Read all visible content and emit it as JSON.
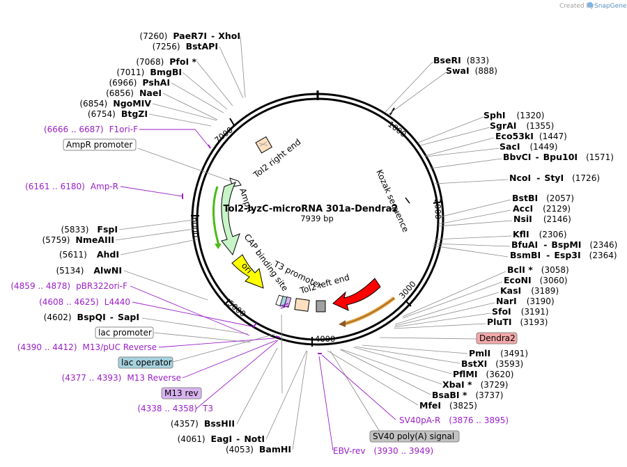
{
  "credit": {
    "text": "Created by",
    "brand": "SnapGene"
  },
  "plasmid": {
    "name": "Tol2-lyzC-microRNA 301a-Dendra2",
    "length_label": "7939 bp"
  },
  "ring_ticks": [
    "1000",
    "2000",
    "3000",
    "4000",
    "5000",
    "6000",
    "7000"
  ],
  "sites_right": [
    {
      "name": "BseRI",
      "pos": "(833)"
    },
    {
      "name": "SwaI",
      "pos": "(888)"
    },
    {
      "name": "SphI",
      "pos": "(1320)"
    },
    {
      "name": "SgrAI",
      "pos": "(1355)"
    },
    {
      "name": "Eco53kI",
      "pos": "(1447)"
    },
    {
      "name": "SacI",
      "pos": "(1449)"
    },
    {
      "name": "BbvCI",
      "sep": "-",
      "name2": "Bpu10I",
      "pos": "(1571)"
    },
    {
      "name": "NcoI",
      "sep": "-",
      "name2": "StyI",
      "pos": "(1726)"
    },
    {
      "name": "BstBI",
      "pos": "(2057)"
    },
    {
      "name": "AccI",
      "pos": "(2129)"
    },
    {
      "name": "NsiI",
      "pos": "(2146)"
    },
    {
      "name": "KflI",
      "pos": "(2306)"
    },
    {
      "name": "BfuAI",
      "sep": "-",
      "name2": "BspMI",
      "pos": "(2346)"
    },
    {
      "name": "BsmBI",
      "sep": "-",
      "name2": "Esp3I",
      "pos": "(2364)"
    },
    {
      "name": "BclI *",
      "pos": "(3058)"
    },
    {
      "name": "EcoNI",
      "pos": "(3060)"
    },
    {
      "name": "KasI",
      "pos": "(3189)"
    },
    {
      "name": "NarI",
      "pos": "(3190)"
    },
    {
      "name": "SfoI",
      "pos": "(3191)"
    },
    {
      "name": "PluTI",
      "pos": "(3193)"
    },
    {
      "name": "PmlI",
      "pos": "(3491)"
    },
    {
      "name": "BstXI",
      "pos": "(3593)"
    },
    {
      "name": "PflMI",
      "pos": "(3620)"
    },
    {
      "name": "XbaI *",
      "pos": "(3729)"
    },
    {
      "name": "BsaBI *",
      "pos": "(3737)"
    },
    {
      "name": "MfeI",
      "pos": "(3825)"
    }
  ],
  "sites_left": [
    {
      "pos": "(7260)",
      "name": "PaeR7I",
      "sep": "-",
      "name2": "XhoI"
    },
    {
      "pos": "(7256)",
      "name": "BstAPI"
    },
    {
      "pos": "(7068)",
      "name": "PfoI *"
    },
    {
      "pos": "(7011)",
      "name": "BmgBI"
    },
    {
      "pos": "(6966)",
      "name": "PshAI"
    },
    {
      "pos": "(6856)",
      "name": "NaeI"
    },
    {
      "pos": "(6854)",
      "name": "NgoMIV"
    },
    {
      "pos": "(6754)",
      "name": "BtgZI"
    },
    {
      "pos": "(5833)",
      "name": "FspI"
    },
    {
      "pos": "(5759)",
      "name": "NmeAIII"
    },
    {
      "pos": "(5611)",
      "name": "AhdI"
    },
    {
      "pos": "(5134)",
      "name": "AlwNI"
    },
    {
      "pos": "(4602)",
      "name": "BspQI",
      "sep": "-",
      "name2": "SapI"
    },
    {
      "pos": "(4357)",
      "name": "BssHII"
    },
    {
      "pos": "(4061)",
      "name": "EagI",
      "sep": "-",
      "name2": "NotI"
    },
    {
      "pos": "(4053)",
      "name": "BamHI"
    }
  ],
  "primers": [
    {
      "range": "(6666 .. 6687)",
      "name": "F1ori-F"
    },
    {
      "range": "(6161 .. 6180)",
      "name": "Amp-R"
    },
    {
      "range": "(4859 .. 4878)",
      "name": "pBR322ori-F"
    },
    {
      "range": "(4608 .. 4625)",
      "name": "L4440"
    },
    {
      "range": "(4390 .. 4412)",
      "name": "M13/pUC Reverse"
    },
    {
      "range": "(4377 .. 4393)",
      "name": "M13 Reverse"
    },
    {
      "range": "(4338 .. 4358)",
      "name": "T3"
    },
    {
      "name": "SV40pA-R",
      "range": "(3876 .. 3895)"
    },
    {
      "name": "EBV-rev",
      "range": "(3930 .. 3949)"
    }
  ],
  "boxed_features": [
    {
      "label": "AmpR promoter",
      "fill": "#ffffff"
    },
    {
      "label": "lac promoter",
      "fill": "#ffffff"
    },
    {
      "label": "lac operator",
      "fill": "#a7d2e0"
    },
    {
      "label": "M13 rev",
      "fill": "#d9b4f0"
    },
    {
      "label": "Dendra2",
      "fill": "#f4a8a8"
    },
    {
      "label": "SV40 poly(A) signal",
      "fill": "#c2c2c2"
    }
  ],
  "inner_labels": {
    "tol2_right": "Tol2 right end",
    "kozak": "Kozak sequence",
    "ampr": "AmpR",
    "cap": "CAP binding site",
    "ori": "ori",
    "t3": "T3 promoter",
    "tol2_left": "Tol2 left end"
  },
  "colors": {
    "ampr": "#c8f5c8",
    "ori": "#ffff00",
    "dendra2": "#ff0000",
    "tol2": "#ffe0c0",
    "sv40": "#a0a0a0",
    "primer": "#9b1fc7"
  }
}
